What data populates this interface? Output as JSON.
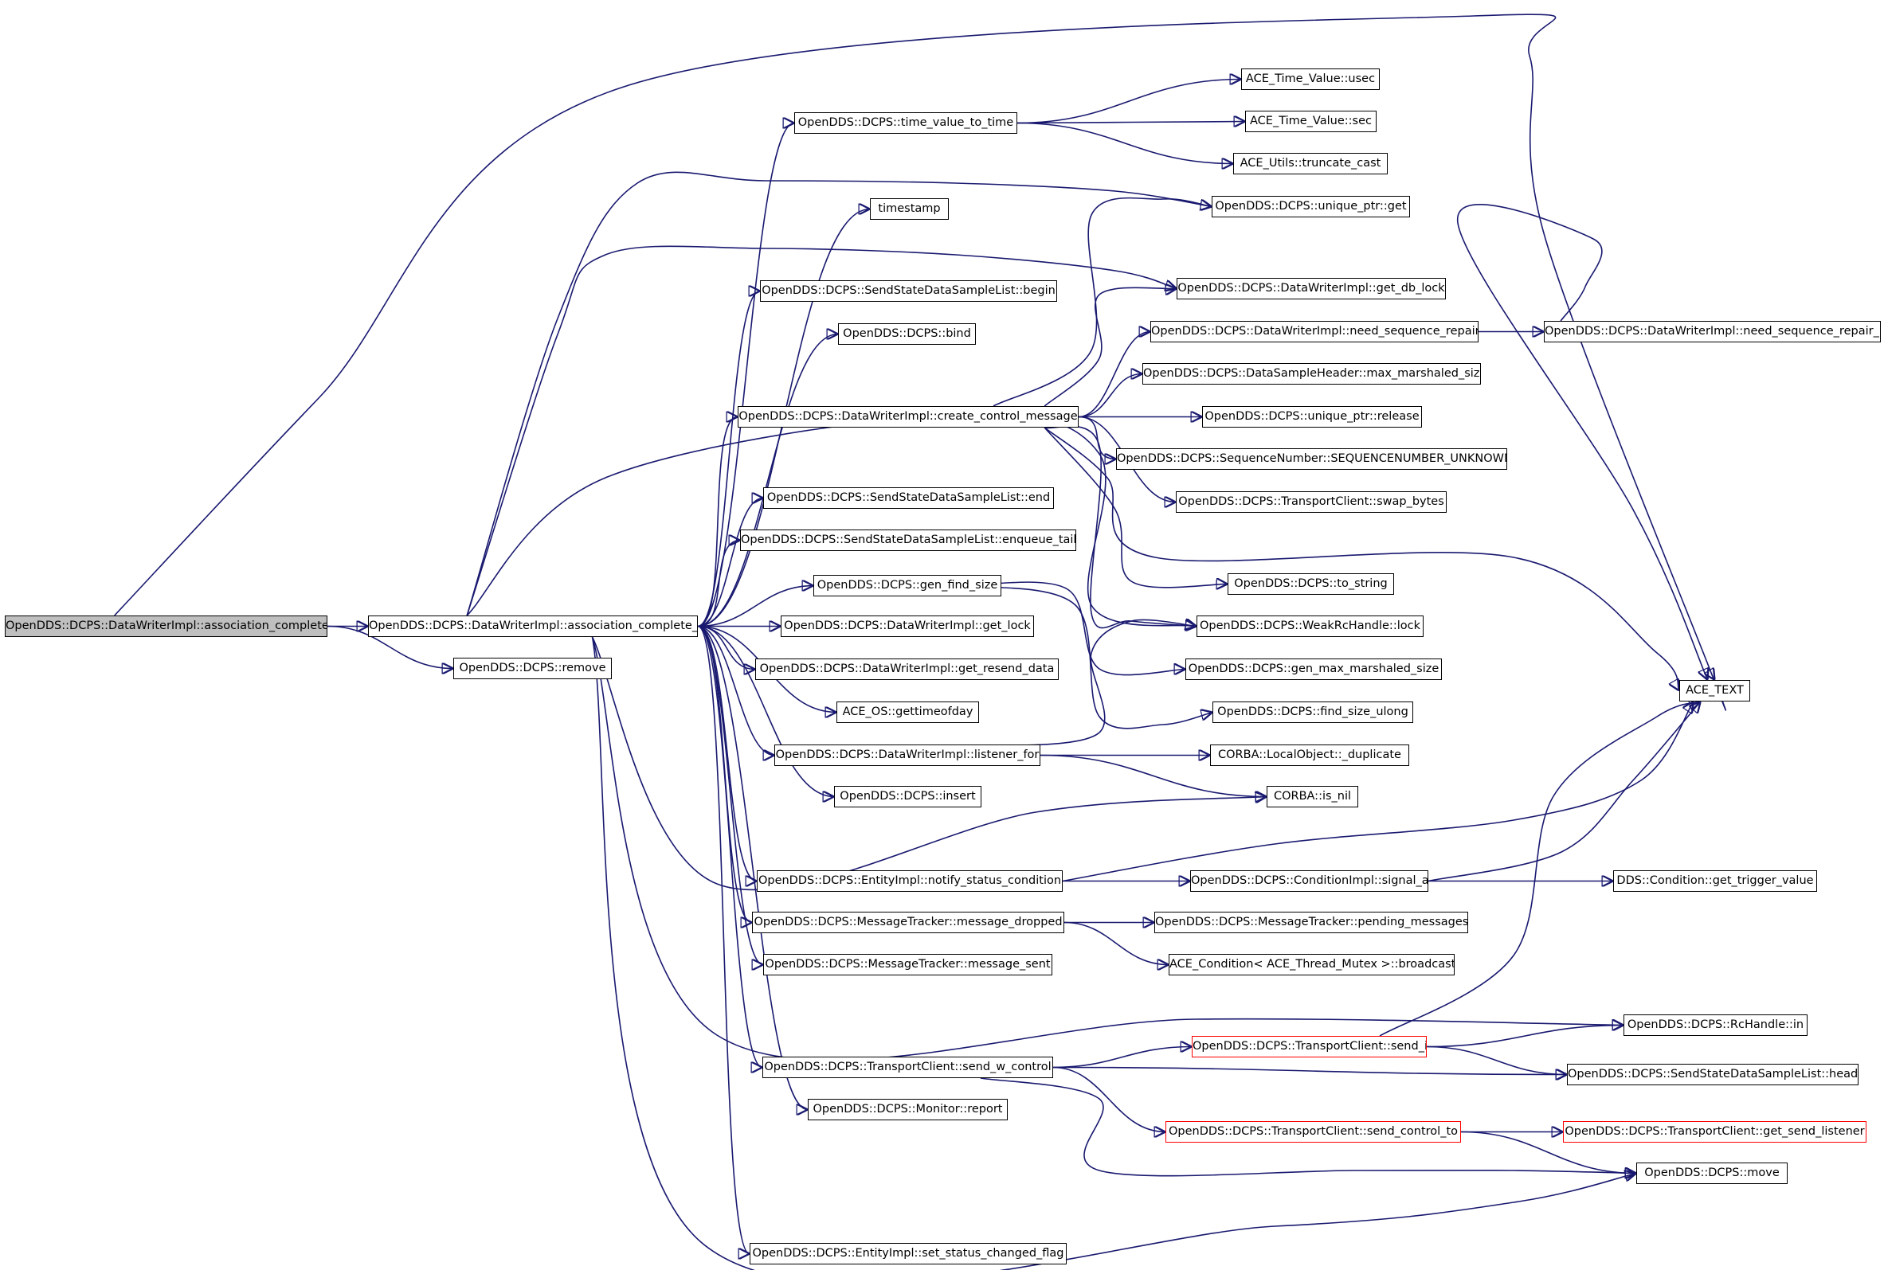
{
  "graph": {
    "root": "association_complete",
    "colors": {
      "edge": "#191970",
      "node_border": "#000000",
      "root_fill": "#bfbfbf",
      "truncated_border": "#ff0000"
    },
    "nodes": [
      {
        "id": "association_complete",
        "label": "OpenDDS::DCPS::DataWriterImpl::association_complete",
        "root": true
      },
      {
        "id": "association_complete_i",
        "label": "OpenDDS::DCPS::DataWriterImpl::association_complete_i"
      },
      {
        "id": "remove",
        "label": "OpenDDS::DCPS::remove"
      },
      {
        "id": "time_value_to_time",
        "label": "OpenDDS::DCPS::time_value_to_time"
      },
      {
        "id": "usec",
        "label": "ACE_Time_Value::usec"
      },
      {
        "id": "sec",
        "label": "ACE_Time_Value::sec"
      },
      {
        "id": "truncate_cast",
        "label": "ACE_Utils::truncate_cast"
      },
      {
        "id": "unique_get",
        "label": "OpenDDS::DCPS::unique_ptr::get"
      },
      {
        "id": "timestamp",
        "label": "timestamp"
      },
      {
        "id": "get_db_lock",
        "label": "OpenDDS::DCPS::DataWriterImpl::get_db_lock"
      },
      {
        "id": "ssdsl_begin",
        "label": "OpenDDS::DCPS::SendStateDataSampleList::begin"
      },
      {
        "id": "need_seq_repair",
        "label": "OpenDDS::DCPS::DataWriterImpl::need_sequence_repair"
      },
      {
        "id": "need_seq_repair_i",
        "label": "OpenDDS::DCPS::DataWriterImpl::need_sequence_repair_i"
      },
      {
        "id": "bind",
        "label": "OpenDDS::DCPS::bind"
      },
      {
        "id": "max_marshaled_size",
        "label": "OpenDDS::DCPS::DataSampleHeader::max_marshaled_size"
      },
      {
        "id": "create_control_message",
        "label": "OpenDDS::DCPS::DataWriterImpl::create_control_message"
      },
      {
        "id": "unique_release",
        "label": "OpenDDS::DCPS::unique_ptr::release"
      },
      {
        "id": "seqnum_unknown",
        "label": "OpenDDS::DCPS::SequenceNumber::SEQUENCENUMBER_UNKNOWN"
      },
      {
        "id": "ssdsl_end",
        "label": "OpenDDS::DCPS::SendStateDataSampleList::end"
      },
      {
        "id": "swap_bytes",
        "label": "OpenDDS::DCPS::TransportClient::swap_bytes"
      },
      {
        "id": "enqueue_tail",
        "label": "OpenDDS::DCPS::SendStateDataSampleList::enqueue_tail"
      },
      {
        "id": "gen_find_size",
        "label": "OpenDDS::DCPS::gen_find_size"
      },
      {
        "id": "to_string",
        "label": "OpenDDS::DCPS::to_string"
      },
      {
        "id": "get_lock",
        "label": "OpenDDS::DCPS::DataWriterImpl::get_lock"
      },
      {
        "id": "weak_lock",
        "label": "OpenDDS::DCPS::WeakRcHandle::lock"
      },
      {
        "id": "get_resend_data",
        "label": "OpenDDS::DCPS::DataWriterImpl::get_resend_data"
      },
      {
        "id": "gen_max_marshaled_size",
        "label": "OpenDDS::DCPS::gen_max_marshaled_size"
      },
      {
        "id": "ace_text",
        "label": "ACE_TEXT"
      },
      {
        "id": "gettimeofday",
        "label": "ACE_OS::gettimeofday"
      },
      {
        "id": "find_size_ulong",
        "label": "OpenDDS::DCPS::find_size_ulong"
      },
      {
        "id": "listener_for",
        "label": "OpenDDS::DCPS::DataWriterImpl::listener_for"
      },
      {
        "id": "duplicate",
        "label": "CORBA::LocalObject::_duplicate"
      },
      {
        "id": "insert",
        "label": "OpenDDS::DCPS::insert"
      },
      {
        "id": "is_nil",
        "label": "CORBA::is_nil"
      },
      {
        "id": "notify_status_condition",
        "label": "OpenDDS::DCPS::EntityImpl::notify_status_condition"
      },
      {
        "id": "signal_all",
        "label": "OpenDDS::DCPS::ConditionImpl::signal_all"
      },
      {
        "id": "get_trigger_value",
        "label": "DDS::Condition::get_trigger_value"
      },
      {
        "id": "message_dropped",
        "label": "OpenDDS::DCPS::MessageTracker::message_dropped"
      },
      {
        "id": "pending_messages",
        "label": "OpenDDS::DCPS::MessageTracker::pending_messages"
      },
      {
        "id": "broadcast",
        "label": "ACE_Condition< ACE_Thread_Mutex >::broadcast"
      },
      {
        "id": "message_sent",
        "label": "OpenDDS::DCPS::MessageTracker::message_sent"
      },
      {
        "id": "rchandle_in",
        "label": "OpenDDS::DCPS::RcHandle::in"
      },
      {
        "id": "send_i",
        "label": "OpenDDS::DCPS::TransportClient::send_i",
        "truncated": true
      },
      {
        "id": "send_w_control",
        "label": "OpenDDS::DCPS::TransportClient::send_w_control"
      },
      {
        "id": "ssdsl_head",
        "label": "OpenDDS::DCPS::SendStateDataSampleList::head"
      },
      {
        "id": "report",
        "label": "OpenDDS::DCPS::Monitor::report"
      },
      {
        "id": "send_control_to",
        "label": "OpenDDS::DCPS::TransportClient::send_control_to",
        "truncated": true
      },
      {
        "id": "get_send_listener",
        "label": "OpenDDS::DCPS::TransportClient::get_send_listener",
        "truncated": true
      },
      {
        "id": "move",
        "label": "OpenDDS::DCPS::move"
      },
      {
        "id": "set_status_changed_flag",
        "label": "OpenDDS::DCPS::EntityImpl::set_status_changed_flag"
      }
    ],
    "edges": [
      [
        "association_complete",
        "association_complete_i"
      ],
      [
        "association_complete",
        "remove"
      ],
      [
        "association_complete",
        "ace_text"
      ],
      [
        "association_complete_i",
        "time_value_to_time"
      ],
      [
        "association_complete_i",
        "unique_get"
      ],
      [
        "association_complete_i",
        "timestamp"
      ],
      [
        "association_complete_i",
        "get_db_lock"
      ],
      [
        "association_complete_i",
        "ssdsl_begin"
      ],
      [
        "association_complete_i",
        "bind"
      ],
      [
        "association_complete_i",
        "create_control_message"
      ],
      [
        "association_complete_i",
        "weak_lock"
      ],
      [
        "association_complete_i",
        "ssdsl_end"
      ],
      [
        "association_complete_i",
        "enqueue_tail"
      ],
      [
        "association_complete_i",
        "gen_find_size"
      ],
      [
        "association_complete_i",
        "get_lock"
      ],
      [
        "association_complete_i",
        "get_resend_data"
      ],
      [
        "association_complete_i",
        "gettimeofday"
      ],
      [
        "association_complete_i",
        "listener_for"
      ],
      [
        "association_complete_i",
        "insert"
      ],
      [
        "association_complete_i",
        "is_nil"
      ],
      [
        "association_complete_i",
        "notify_status_condition"
      ],
      [
        "association_complete_i",
        "message_dropped"
      ],
      [
        "association_complete_i",
        "message_sent"
      ],
      [
        "association_complete_i",
        "rchandle_in"
      ],
      [
        "association_complete_i",
        "send_w_control"
      ],
      [
        "association_complete_i",
        "report"
      ],
      [
        "association_complete_i",
        "move"
      ],
      [
        "association_complete_i",
        "set_status_changed_flag"
      ],
      [
        "time_value_to_time",
        "usec"
      ],
      [
        "time_value_to_time",
        "sec"
      ],
      [
        "time_value_to_time",
        "truncate_cast"
      ],
      [
        "create_control_message",
        "unique_get"
      ],
      [
        "create_control_message",
        "get_db_lock"
      ],
      [
        "create_control_message",
        "need_seq_repair"
      ],
      [
        "create_control_message",
        "max_marshaled_size"
      ],
      [
        "create_control_message",
        "unique_release"
      ],
      [
        "create_control_message",
        "seqnum_unknown"
      ],
      [
        "create_control_message",
        "swap_bytes"
      ],
      [
        "create_control_message",
        "to_string"
      ],
      [
        "create_control_message",
        "weak_lock"
      ],
      [
        "create_control_message",
        "ace_text"
      ],
      [
        "need_seq_repair",
        "need_seq_repair_i"
      ],
      [
        "need_seq_repair_i",
        "ace_text"
      ],
      [
        "gen_find_size",
        "gen_max_marshaled_size"
      ],
      [
        "gen_find_size",
        "find_size_ulong"
      ],
      [
        "listener_for",
        "weak_lock"
      ],
      [
        "listener_for",
        "duplicate"
      ],
      [
        "listener_for",
        "is_nil"
      ],
      [
        "notify_status_condition",
        "signal_all"
      ],
      [
        "notify_status_condition",
        "ace_text"
      ],
      [
        "signal_all",
        "get_trigger_value"
      ],
      [
        "signal_all",
        "ace_text"
      ],
      [
        "message_dropped",
        "pending_messages"
      ],
      [
        "message_dropped",
        "broadcast"
      ],
      [
        "send_w_control",
        "send_i"
      ],
      [
        "send_w_control",
        "ssdsl_head"
      ],
      [
        "send_w_control",
        "send_control_to"
      ],
      [
        "send_w_control",
        "move"
      ],
      [
        "send_i",
        "rchandle_in"
      ],
      [
        "send_i",
        "ssdsl_head"
      ],
      [
        "send_i",
        "ace_text"
      ],
      [
        "send_control_to",
        "get_send_listener"
      ],
      [
        "send_control_to",
        "move"
      ]
    ]
  }
}
